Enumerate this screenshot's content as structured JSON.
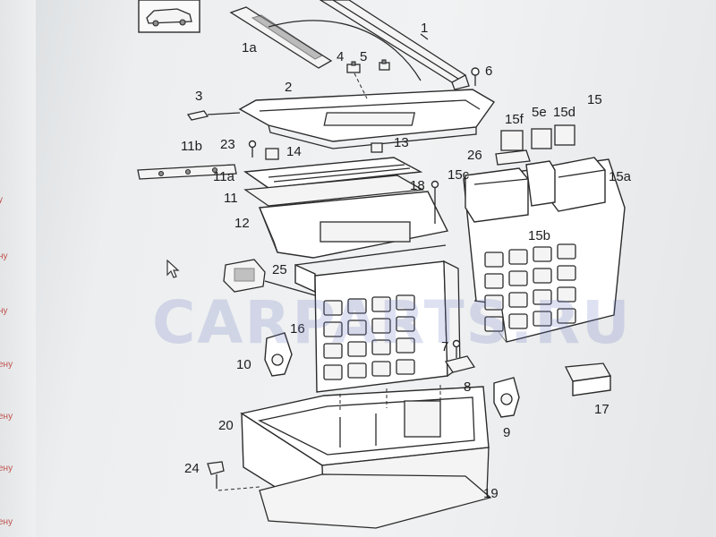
{
  "left_strip": {
    "fragments": [
      "у",
      "ну",
      "ну",
      "ену",
      "ену",
      "ену",
      "ену"
    ]
  },
  "watermark": {
    "text": "CARPARTS.RU"
  },
  "callouts": {
    "c1": "1",
    "c1a": "1a",
    "c2": "2",
    "c3": "3",
    "c4": "4",
    "c5": "5",
    "c6": "6",
    "c7": "7",
    "c8": "8",
    "c9": "9",
    "c10": "10",
    "c11": "11",
    "c11a": "11a",
    "c11b": "11b",
    "c12": "12",
    "c13": "13",
    "c14": "14",
    "c15": "15",
    "c15a": "15a",
    "c15b": "15b",
    "c15c": "15c",
    "c15d": "15d",
    "c15e": "5e",
    "c15f": "15f",
    "c16": "16",
    "c17": "17",
    "c18": "18",
    "c19": "19",
    "c20": "20",
    "c23": "23",
    "c24": "24",
    "c25": "25",
    "c26": "26"
  },
  "icons": {
    "car_thumbnail": "car-thumbnail-icon",
    "cursor": "mouse-pointer-icon"
  },
  "colors": {
    "strip_text": "#c0504d",
    "watermark": "#6978be",
    "line": "#2b2b2b"
  }
}
